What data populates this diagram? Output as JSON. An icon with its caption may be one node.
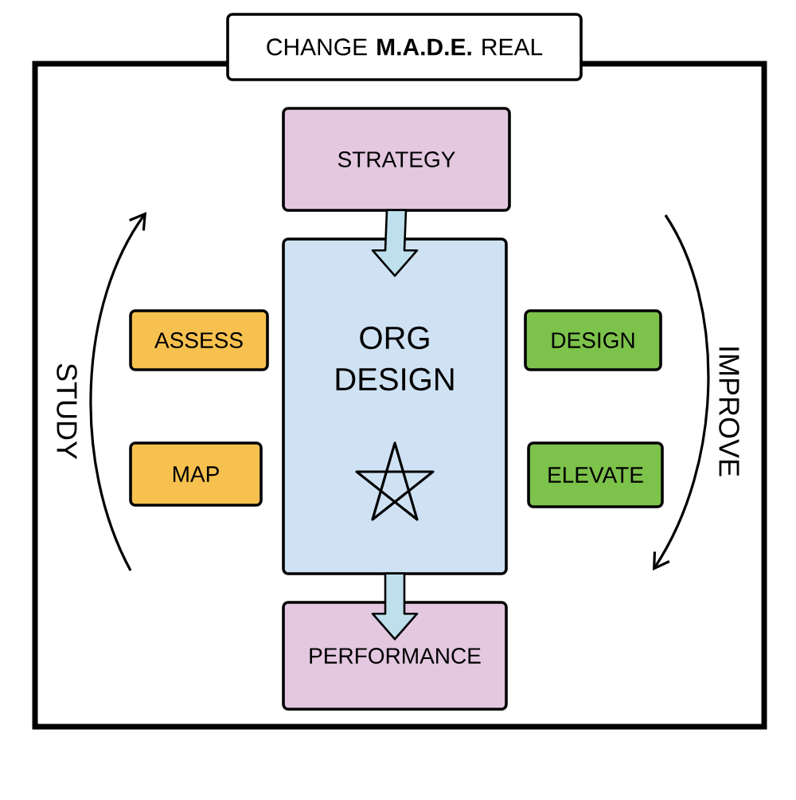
{
  "diagram": {
    "nodes": [
      {
        "text": [
          "CHANGE **M.A.D.E.** REAL"
        ]
      },
      {
        "text": [
          "STRATEGY"
        ]
      },
      {
        "text": [
          "ORG DESIGN"
        ]
      },
      {
        "text": [
          "PERFORMANCE"
        ]
      },
      {
        "text": [
          "ASSESS"
        ]
      },
      {
        "text": [
          "MAP"
        ]
      },
      {
        "text": [
          "DESIGN"
        ]
      },
      {
        "text": [
          "ELEVATE"
        ]
      }
    ],
    "edges": [
      {
        "from": 1,
        "to": 2,
        "arrow": "to"
      },
      {
        "from": 2,
        "to": 3,
        "arrow": "to"
      }
    ],
    "labels": [
      "STUDY",
      "IMPROVE"
    ]
  }
}
